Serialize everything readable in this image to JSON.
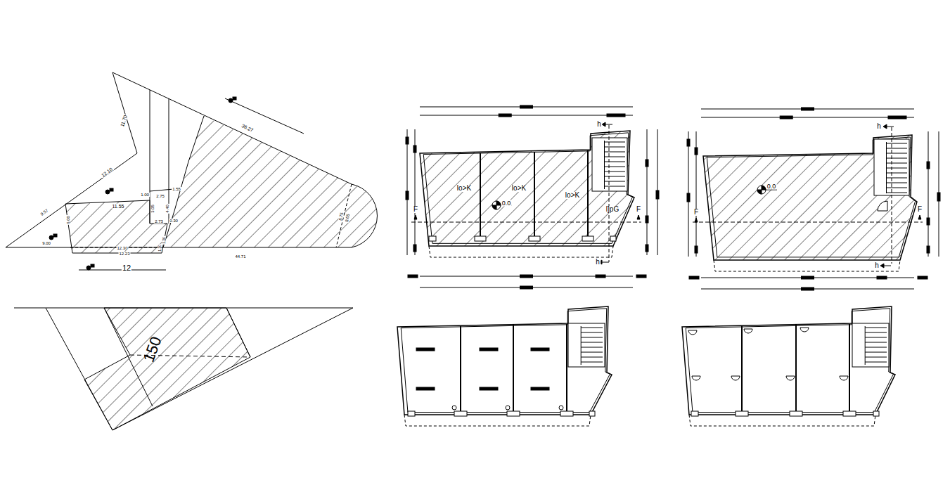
{
  "diagram": {
    "labels": [
      "11.70",
      "12.10",
      "36.27",
      "1.00",
      "2.75",
      "1.55",
      "9.57",
      "11.55",
      "3.05",
      "4.40",
      "6.00",
      "2.73",
      "0.30",
      "8.75",
      "8.65",
      "9.00",
      "12.30",
      "12.23",
      "1.10",
      "1.30",
      "44.71",
      "12",
      "150",
      "h",
      "lo>K",
      "lo>K",
      "lo>K",
      "0.0",
      "F",
      "l]pG",
      "F",
      "h",
      "h",
      "0.0",
      "F",
      "F",
      "h"
    ]
  }
}
